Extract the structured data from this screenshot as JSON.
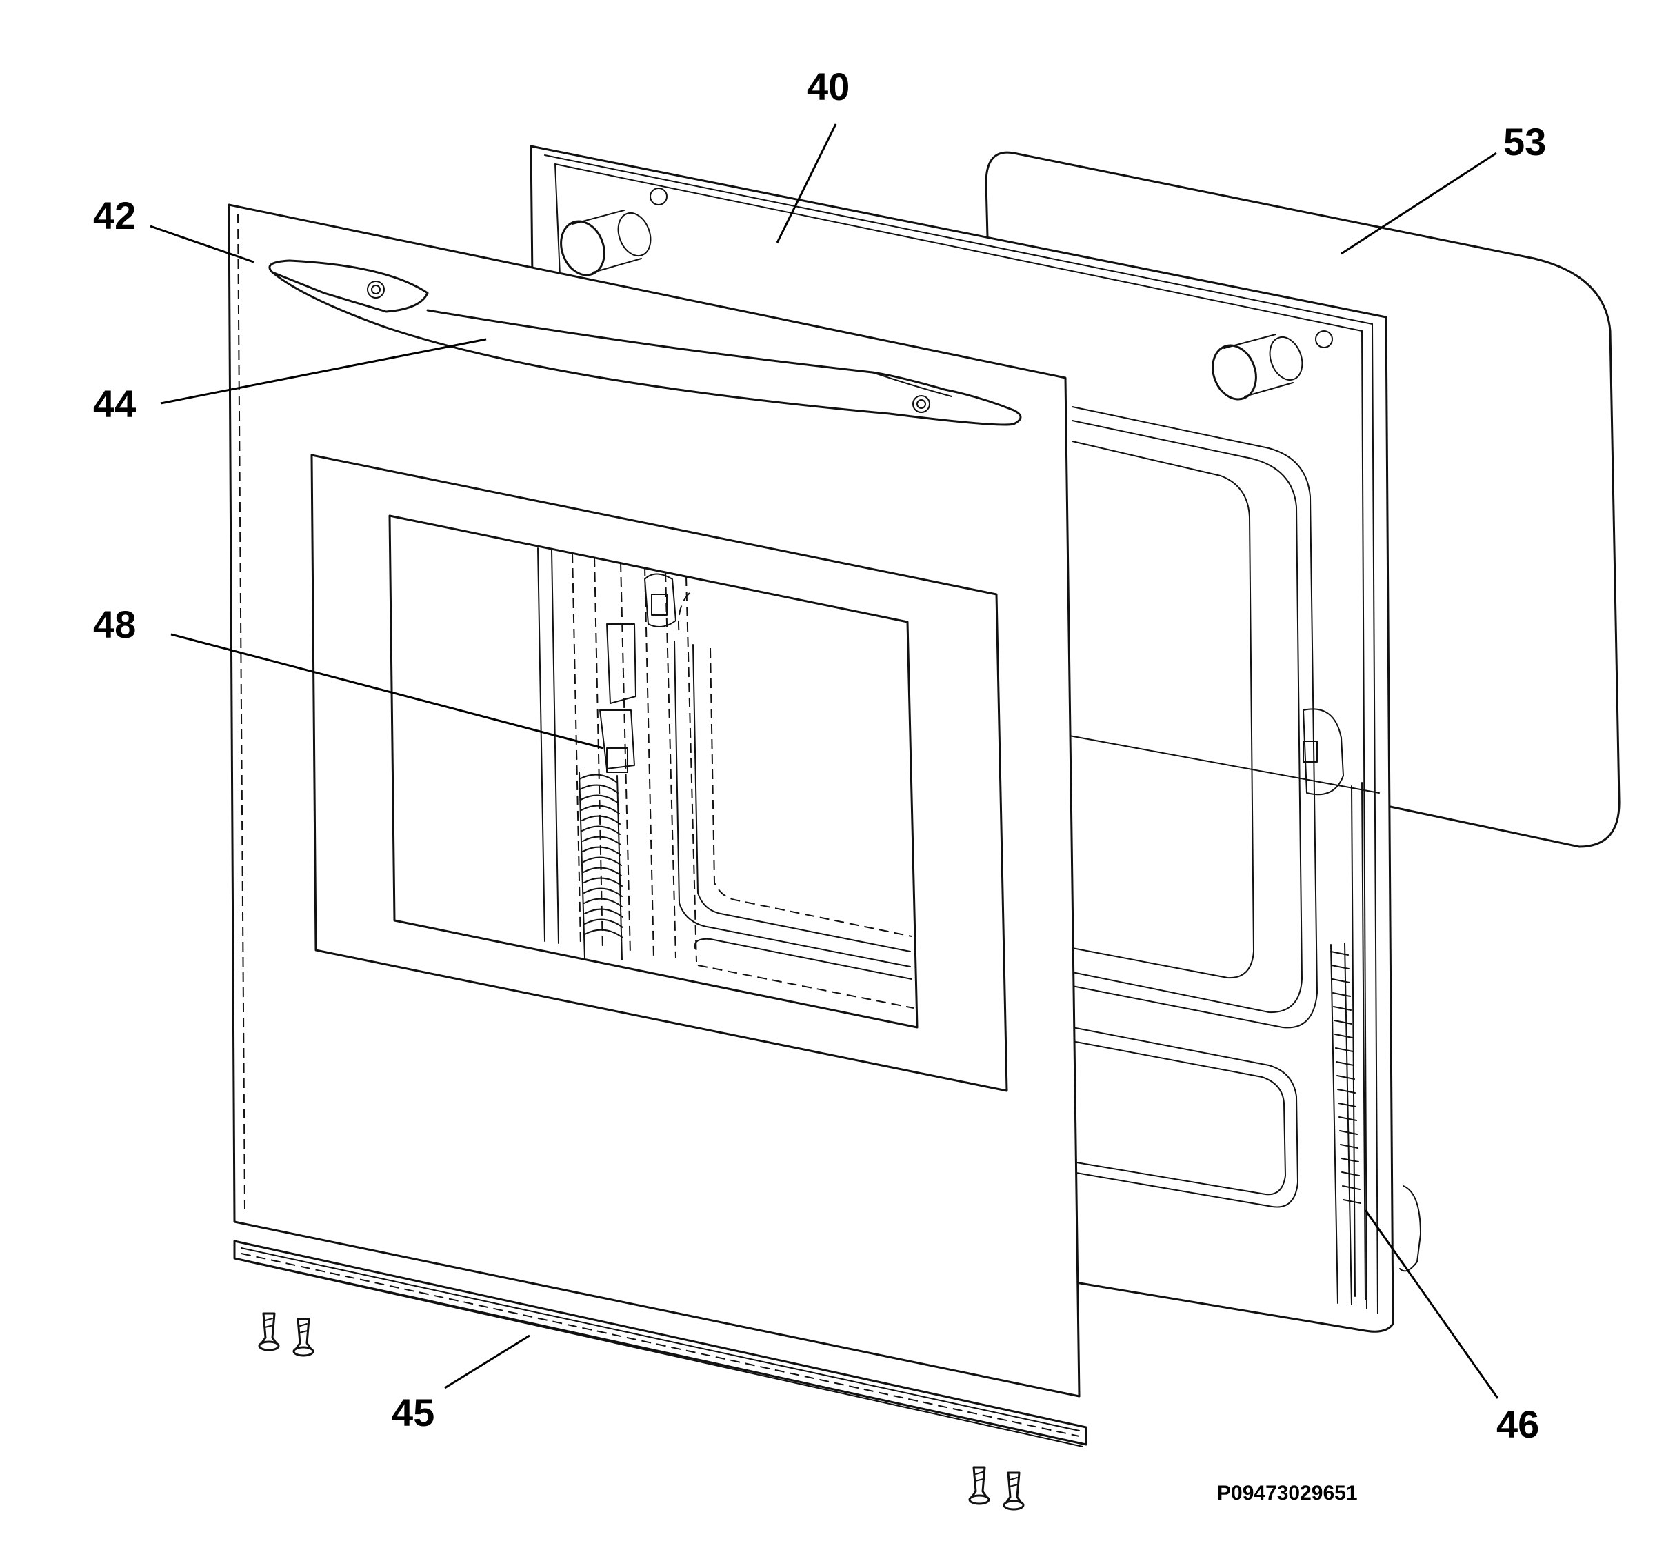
{
  "diagram": {
    "part_code": "P09473029651",
    "callouts": {
      "c40": "40",
      "c53": "53",
      "c42": "42",
      "c44": "44",
      "c48": "48",
      "c45": "45",
      "c46": "46"
    }
  }
}
